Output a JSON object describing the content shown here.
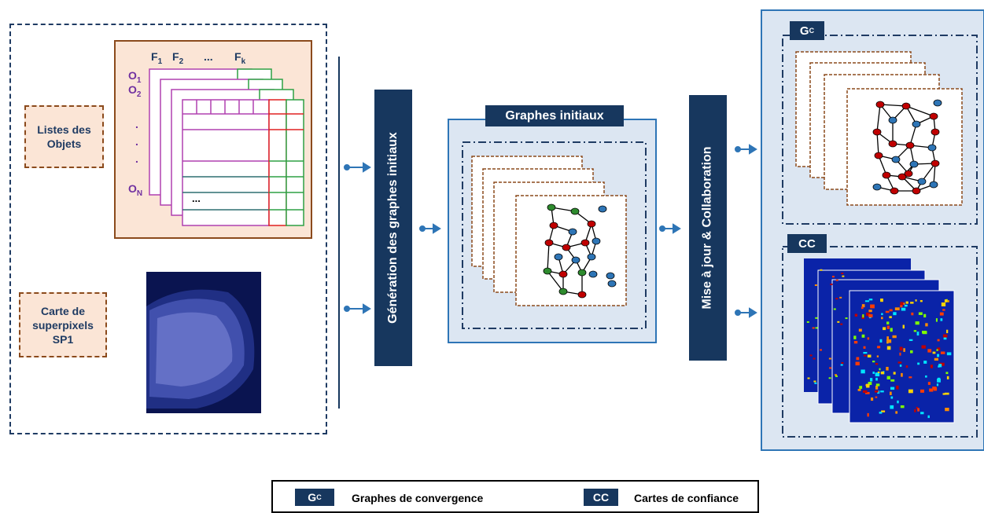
{
  "input": {
    "objects_label": "Listes des Objets",
    "superpixel_label": "Carte de superpixels SP1",
    "features": [
      "F",
      "F",
      "...",
      "F"
    ],
    "feature_subs": [
      "1",
      "2",
      "",
      "k"
    ],
    "object_rows": [
      "O",
      "O",
      ".",
      ".",
      ".",
      "O"
    ],
    "object_subs": [
      "1",
      "2",
      "",
      "",
      "",
      "N"
    ],
    "ellipsis_cell": "..."
  },
  "steps": {
    "generation": "Génération des graphes initiaux",
    "update": "Mise à jour & Collaboration"
  },
  "initial_graphs": {
    "title": "Graphes initiaux"
  },
  "outputs": {
    "gc_tag": "G",
    "gc_sub": "C",
    "cc_tag": "CC"
  },
  "legend": {
    "gc_tag": "G",
    "gc_sub": "C",
    "gc_text": "Graphes de convergence",
    "cc_tag": "CC",
    "cc_text": "Cartes de confiance"
  },
  "colors": {
    "navy": "#17375e",
    "panel_blue": "#dce6f2",
    "note_fill": "#fbe5d6",
    "node_red": "#c00000",
    "node_green": "#2e8b2e",
    "node_blue": "#2e75b6"
  }
}
